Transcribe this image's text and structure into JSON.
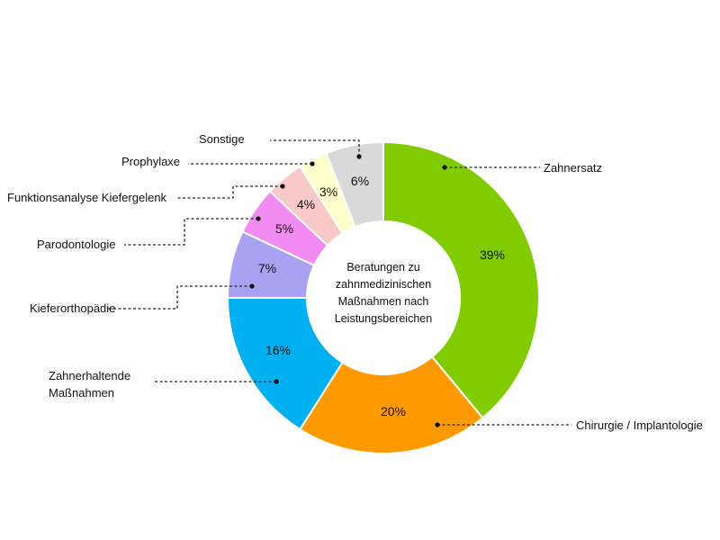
{
  "chart_data": {
    "type": "pie",
    "title": "Beratungen zu zahnmedizinischen Maßnahmen nach Leistungsbereichen",
    "title_lines": [
      "Beratungen zu",
      "zahnmedizinischen",
      "Maßnahmen nach",
      "Leistungsbereichen"
    ],
    "value_unit": "%",
    "donut": true,
    "legend": "none",
    "slices": [
      {
        "label": "Zahnersatz",
        "label_lines": [
          "Zahnersatz"
        ],
        "value": 39,
        "display": "39%",
        "color": "#80CC00"
      },
      {
        "label": "Chirurgie / Implantologie",
        "label_lines": [
          "Chirurgie / Implantologie"
        ],
        "value": 20,
        "display": "20%",
        "color": "#FF9900"
      },
      {
        "label": "Zahnerhaltende Maßnahmen",
        "label_lines": [
          "Zahnerhaltende",
          "Maßnahmen"
        ],
        "value": 16,
        "display": "16%",
        "color": "#00B0F0"
      },
      {
        "label": "Kieferorthopädie",
        "label_lines": [
          "Kieferorthopädie"
        ],
        "value": 7,
        "display": "7%",
        "color": "#A9A1F2"
      },
      {
        "label": "Parodontologie",
        "label_lines": [
          "Parodontologie"
        ],
        "value": 5,
        "display": "5%",
        "color": "#F28BF2"
      },
      {
        "label": "Funktionsanalyse Kiefergelenk",
        "label_lines": [
          "Funktionsanalyse Kiefergelenk"
        ],
        "value": 4,
        "display": "4%",
        "color": "#F9C9C9"
      },
      {
        "label": "Prophylaxe",
        "label_lines": [
          "Prophylaxe"
        ],
        "value": 3,
        "display": "3%",
        "color": "#FFFFCC"
      },
      {
        "label": "Sonstige",
        "label_lines": [
          "Sonstige"
        ],
        "value": 6,
        "display": "6%",
        "color": "#D9D9D9"
      }
    ]
  }
}
